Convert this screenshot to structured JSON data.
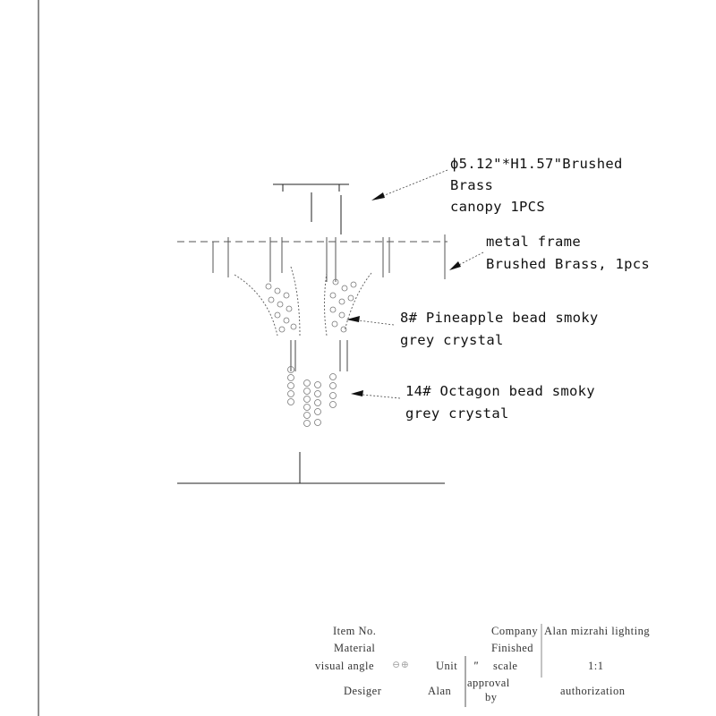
{
  "callouts": {
    "canopy": [
      "ϕ5.12\"*H1.57\"Brushed",
      "Brass",
      "canopy 1PCS"
    ],
    "frame": [
      "metal frame",
      "Brushed Brass, 1pcs"
    ],
    "pineapple": [
      "8# Pineapple bead smoky",
      "grey crystal"
    ],
    "octagon": [
      "14# Octagon bead smoky",
      "grey crystal"
    ]
  },
  "title_block": {
    "item_no": "Item No.",
    "material": "Material",
    "visual_angle": "visual angle",
    "unit_label": "Unit",
    "unit_value": "\"",
    "designer_label": "Desiger",
    "designer_value": "Alan",
    "company_label": "Company",
    "company_value": "Alan mizrahi lighting",
    "finished": "Finished",
    "scale_label": "scale",
    "scale_value": "1:1",
    "approval": "approval",
    "approval_by": "by",
    "authorization": "authorization"
  }
}
